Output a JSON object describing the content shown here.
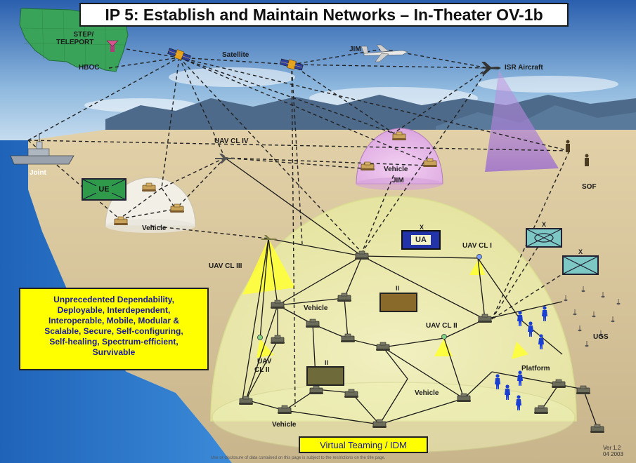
{
  "title": "IP 5: Establish and Maintain Networks – In-Theater OV-1b",
  "labels": {
    "bteleport": "STEP/\nTELEPORT",
    "hboc": "HBOC",
    "satellite": "Satellite",
    "jim_top": "JIM",
    "isr_aircraft": "ISR Aircraft",
    "joint": "Joint",
    "ue": "UE",
    "uav_cl_iv": "UAV CL IV",
    "vehicle_jim_dome": "Vehicle",
    "jim_dome": "JIM",
    "sof": "SOF",
    "vehicle_left_dome": "Vehicle",
    "ua": "UA",
    "ua_echelon": "X",
    "uav_cl_i": "UAV CL I",
    "uav_cl_iii": "UAV CL III",
    "vehicle_center": "Vehicle",
    "uav_cl_ii_center": "UAV CL II",
    "uav_cl_ii_left_1": "UAV",
    "uav_cl_ii_left_2": "CL II",
    "ugs": "UGS",
    "platform": "Platform",
    "vehicle_lower": "Vehicle",
    "vehicle_bottom": "Vehicle",
    "battalion_echelon_1": "II",
    "battalion_echelon_2": "II",
    "brigade_echelon_1": "X",
    "brigade_echelon_2": "X"
  },
  "capabilities_box": {
    "lines": [
      "Unprecedented Dependability,",
      "Deployable, Interdependent,",
      "Interoperable, Mobile, Modular &",
      "Scalable, Secure, Self-configuring,",
      "Self-healing, Spectrum-efficient,",
      "Survivable"
    ]
  },
  "virtual_teaming": "Virtual Teaming / IDM",
  "footnote": "Use or disclosure of data contained on this page is subject to the restrictions on the title page.",
  "version": {
    "line1": "Ver 1.2",
    "line2": "04 2003"
  },
  "colors": {
    "sky_top": "#2a5fae",
    "sky_bottom": "#d5e7f4",
    "ocean": "#2b78c8",
    "land": "#d9c7a0",
    "mountains": "#4d6a8a",
    "us_map": "#3aa35a",
    "dome_yellow": "#f4f6b8",
    "dome_pink": "#e6b3e8",
    "dome_white": "#f3f1ea",
    "yellow_box": "#ffff00",
    "label_text": "#1a1a9a",
    "soldier_blue": "#1b3fd0"
  }
}
